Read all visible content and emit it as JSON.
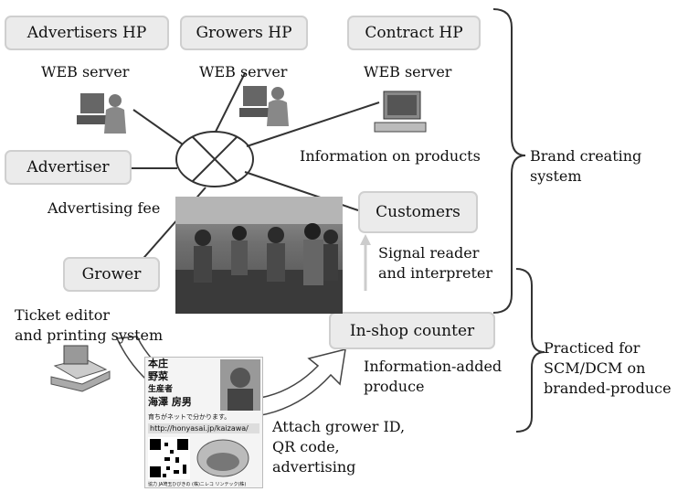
{
  "boxes": {
    "advertisers_hp": "Advertisers HP",
    "growers_hp": "Growers HP",
    "contract_hp": "Contract HP",
    "advertiser": "Advertiser",
    "customers": "Customers",
    "grower": "Grower",
    "in_shop_counter": "In-shop counter"
  },
  "labels": {
    "web_server_1": "WEB server",
    "web_server_2": "WEB server",
    "web_server_3": "WEB server",
    "information_on_products": "Information on products",
    "advertising_fee": "Advertising fee",
    "signal_reader": "Signal reader\nand interpreter",
    "ticket_editor": "Ticket editor\nand printing system",
    "information_added": "Information-added\nproduce",
    "attach_grower": "Attach grower ID,\nQR code,\nadvertising",
    "brand_creating": "Brand creating\nsystem",
    "practiced_for": "Practiced for\nSCM/DCM on\nbranded-produce"
  },
  "ticket": {
    "line1": "本庄",
    "line2": "野菜",
    "line3": "生産者",
    "line4": "海澤 房男",
    "line5": "育ちがネットで分かります。",
    "url": "http://honyasai.jp/kaizawa/",
    "footer": "協力 JA埼玉ひびきの (株)ニレコ リンテック(株)"
  },
  "colors": {
    "box_fill": "#ebebeb",
    "box_border": "#cfcfcf",
    "line": "#333333",
    "arrow_fill": "#ffffff"
  }
}
